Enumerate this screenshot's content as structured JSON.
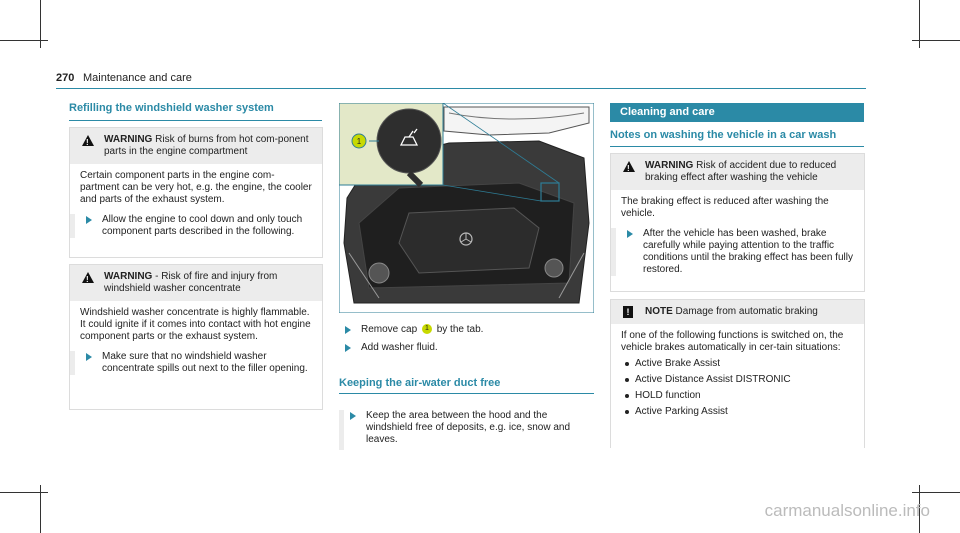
{
  "header": {
    "page_number": "270",
    "title": "Maintenance and care"
  },
  "left": {
    "heading": "Refilling the windshield washer system",
    "warning1": {
      "label": "WARNING",
      "text": " Risk of burns from hot com-ponent parts in the engine compartment",
      "body": "Certain component parts in the engine com-partment can be very hot, e.g. the engine, the cooler and parts of the exhaust system.",
      "step": "Allow the engine to cool down and only touch component parts described in the following."
    },
    "warning2": {
      "label": "WARNING",
      "text": " - Risk of fire and injury from windshield washer concentrate",
      "body": "Windshield washer concentrate is highly flammable. It could ignite if it comes into contact with hot engine component parts or the exhaust system.",
      "step": "Make sure that no windshield washer concentrate spills out next to the filler opening."
    }
  },
  "middle": {
    "callout": "1",
    "step1_a": "Remove cap",
    "step1_b": "by the tab.",
    "step2": "Add washer fluid.",
    "heading": "Keeping the air-water duct free",
    "step3": "Keep the area between the hood and the windshield free of deposits, e.g. ice, snow and leaves."
  },
  "right": {
    "band": "Cleaning and care",
    "heading": "Notes on washing the vehicle in a car wash",
    "warning": {
      "label": "WARNING",
      "text": " Risk of accident due to reduced braking effect after washing the vehicle",
      "body": "The braking effect is reduced after washing the vehicle.",
      "step": "After the vehicle has been washed, brake carefully while paying attention to the traffic conditions until the braking effect has been fully restored."
    },
    "note": {
      "label": "NOTE",
      "text": " Damage from automatic braking",
      "body": "If one of the following functions is switched on, the vehicle brakes automatically in cer-tain situations:",
      "items": [
        "Active Brake Assist",
        "Active Distance Assist DISTRONIC",
        "HOLD function",
        "Active Parking Assist"
      ]
    }
  },
  "watermark": "carmanualsonline.info",
  "colors": {
    "accent": "#2b8aa6",
    "callout": "#c7d900",
    "engine_frame": "#2e7d96"
  }
}
